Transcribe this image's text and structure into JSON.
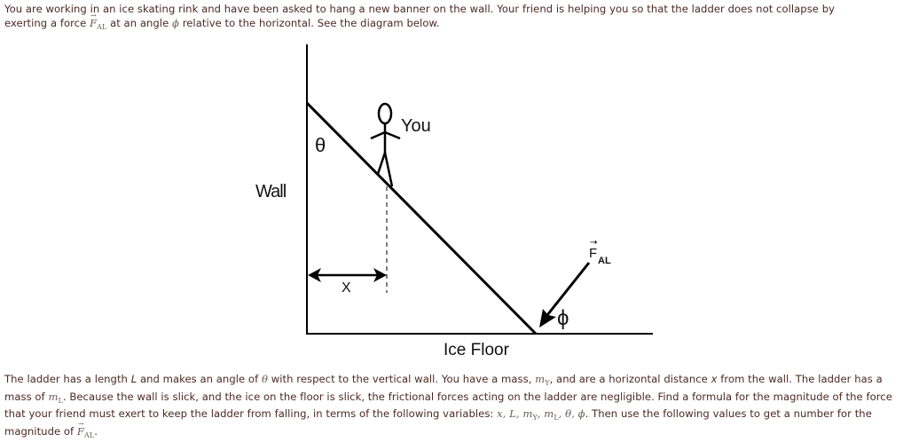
{
  "intro": {
    "line1": "You are working in an ice skating rink and have been asked to hang a new banner on the wall. Your friend is helping you so that the ladder does not collapse by",
    "line2_a": "exerting a force ",
    "force_symbol": "F",
    "force_sub": "AL",
    "line2_b": " at an angle ",
    "phi_symbol": "ϕ",
    "line2_c": " relative to the horizontal. See the diagram below."
  },
  "diagram": {
    "wall_label": "Wall",
    "floor_label": "Ice Floor",
    "person_label": "You",
    "theta_label": "θ",
    "x_label": "X",
    "force_label": "F",
    "force_label_sub": "AL",
    "phi_label": "ϕ"
  },
  "body": {
    "s1": "The ladder has a length ",
    "L": "L",
    "s2": " and makes an angle of ",
    "theta": "θ",
    "s3": " with respect to the vertical wall. You have a mass, ",
    "mY": "m",
    "mY_sub": "Y",
    "s4": ", and are a horizontal distance ",
    "x": "x",
    "s5": " from the wall. The ladder has a mass of ",
    "mL": "m",
    "mL_sub": "L",
    "s6": ". Because the wall is slick, and the ice on the floor is slick, the frictional forces acting on the ladder are negligible. Find a formula for the magnitude of the force that your friend must exert to keep the ladder from falling, in terms of the following variables: ",
    "vars": "x, L, m",
    "vars_sub1": "Y",
    "vars_mid": ", m",
    "vars_sub2": "L",
    "vars_end": ", θ, ϕ",
    "s7": ". Then use the following values to get a number for the magnitude of ",
    "F": "F",
    "F_sub": "AL",
    "s8": "."
  }
}
